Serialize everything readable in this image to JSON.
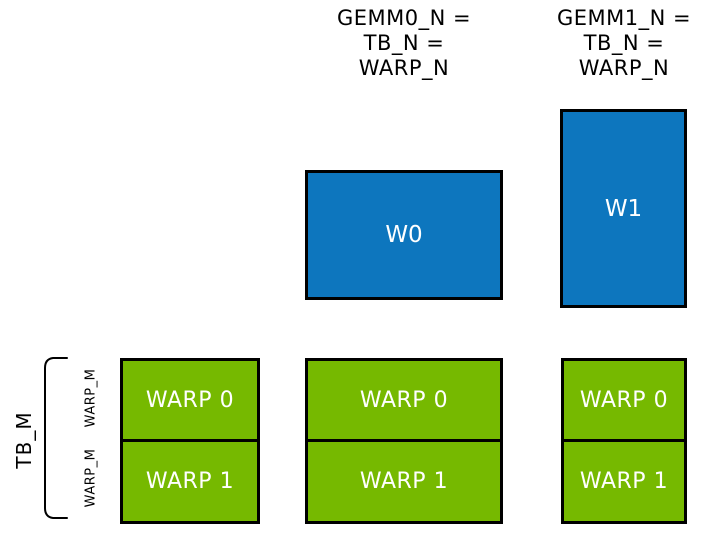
{
  "diagram": {
    "headers": [
      {
        "lines": [
          "GEMM0_N =",
          "TB_N =",
          "WARP_N"
        ]
      },
      {
        "lines": [
          "GEMM1_N =",
          "TB_N =",
          "WARP_N"
        ]
      }
    ],
    "blue_tiles": [
      {
        "label": "W0"
      },
      {
        "label": "W1"
      }
    ],
    "warp_columns": [
      {
        "rows": [
          {
            "label": "WARP 0"
          },
          {
            "label": "WARP 1"
          }
        ]
      },
      {
        "rows": [
          {
            "label": "WARP 0"
          },
          {
            "label": "WARP 1"
          }
        ]
      },
      {
        "rows": [
          {
            "label": "WARP 0"
          },
          {
            "label": "WARP 1"
          }
        ]
      }
    ],
    "annotations": {
      "tb_m": "TB_M",
      "warp_m_top": "WARP_M",
      "warp_m_bottom": "WARP_M"
    },
    "colors": {
      "blue": "#0D76BE",
      "green": "#76B900",
      "border": "#000000",
      "box_text": "#FFFFFF",
      "annotation_text": "#000000"
    }
  }
}
